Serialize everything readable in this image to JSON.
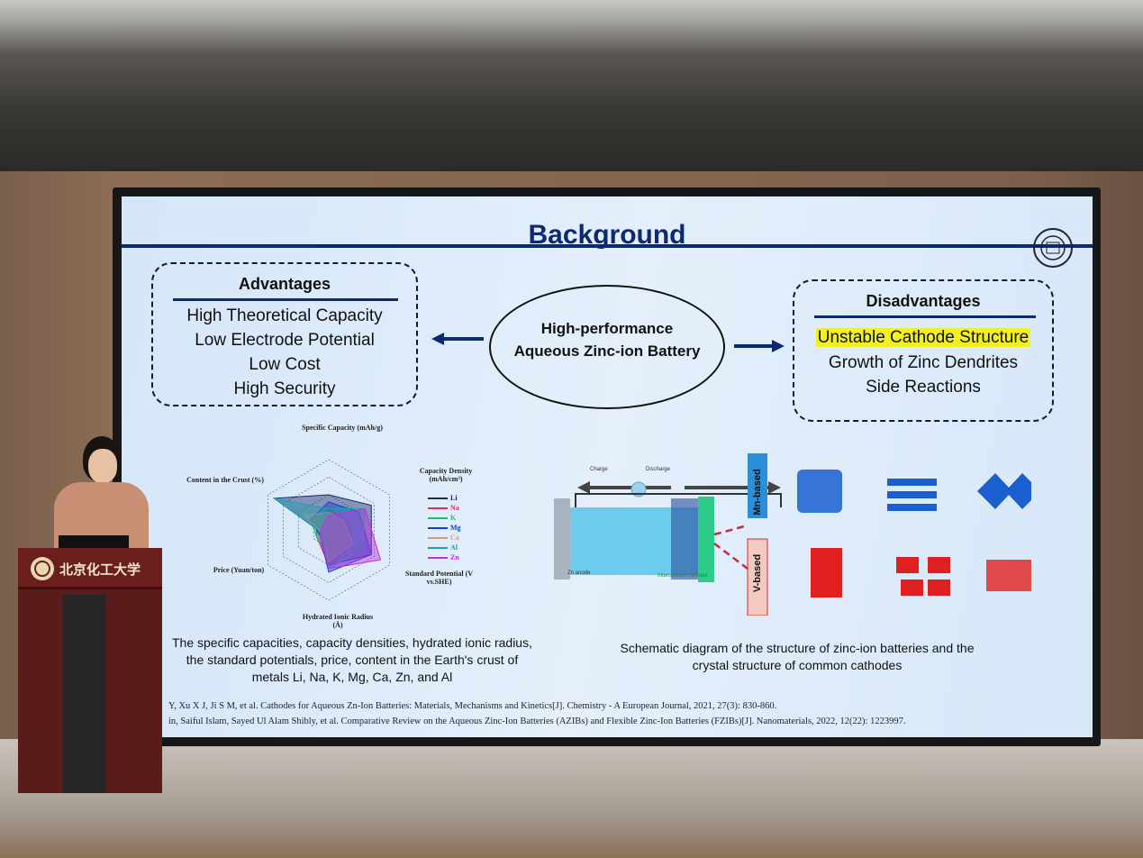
{
  "slide": {
    "title": "Background",
    "advantages": {
      "heading": "Advantages",
      "items": [
        "High Theoretical Capacity",
        "Low Electrode Potential",
        "Low Cost",
        "High Security"
      ]
    },
    "center": {
      "line1": "High-performance",
      "line2": "Aqueous Zinc-ion Battery"
    },
    "disadvantages": {
      "heading": "Disadvantages",
      "items": [
        "Unstable Cathode Structure",
        "Growth of Zinc Dendrites",
        "Side Reactions"
      ],
      "highlight_color": "#f2f020"
    },
    "radar": {
      "axes": [
        "Specific Capacity (mAh/g)",
        "Capacity Density (mAh/cm³)",
        "Standard Potential (V vs.SHE)",
        "Hydrated Ionic Radius (Å)",
        "Price (Yuan/ton)",
        "Content in the Crust (%)"
      ],
      "legend": [
        {
          "name": "Li",
          "color": "#1a2a6a"
        },
        {
          "name": "Na",
          "color": "#d0306a"
        },
        {
          "name": "K",
          "color": "#20c060"
        },
        {
          "name": "Mg",
          "color": "#1040d0"
        },
        {
          "name": "Ca",
          "color": "#d09a80"
        },
        {
          "name": "Al",
          "color": "#20a0b0"
        },
        {
          "name": "Zn",
          "color": "#c030e0"
        }
      ]
    },
    "radar_caption": "The specific capacities, capacity densities, hydrated ionic radius, the standard potentials, price, content in the Earth's crust of metals Li, Na, K, Mg, Ca, Zn, and Al",
    "schematic": {
      "charge": "Charge",
      "discharge": "Discharge",
      "anode": "Zn anode",
      "cathode": "Intercalation cathode",
      "mn": "Mn-based",
      "v": "V-based"
    },
    "schematic_caption": "Schematic diagram of the structure of zinc-ion batteries and the crystal structure of common cathodes",
    "references": [
      "Y, Xu X J, Ji S M, et al. Cathodes for Aqueous Zn-Ion Batteries: Materials, Mechanisms and Kinetics[J]. Chemistry - A European Journal, 2021, 27(3): 830-860.",
      "in, Saiful Islam, Sayed Ul Alam Shibly, et al. Comparative Review on the Aqueous Zinc-Ion Batteries (AZIBs) and Flexible Zinc-Ion Batteries (FZIBs)[J]. Nanomaterials, 2022, 12(22): 1223997."
    ]
  },
  "podium": {
    "logo_text": "北京化工大学"
  }
}
